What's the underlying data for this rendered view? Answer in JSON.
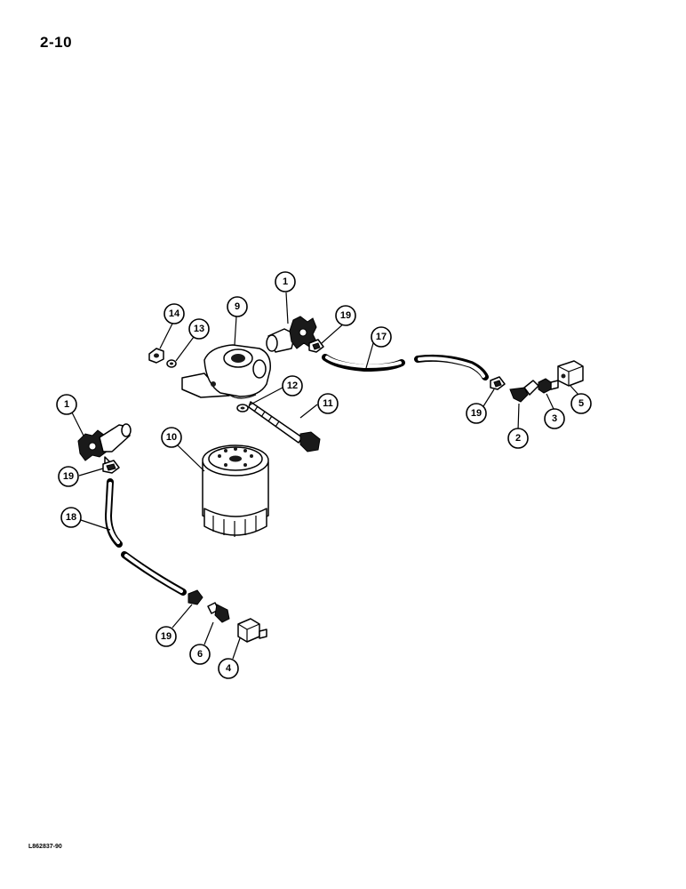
{
  "page": {
    "number": "2-10",
    "figure_code": "L862837-90"
  },
  "callouts": [
    {
      "id": "c1a",
      "label": "1"
    },
    {
      "id": "c9",
      "label": "9"
    },
    {
      "id": "c14",
      "label": "14"
    },
    {
      "id": "c13",
      "label": "13"
    },
    {
      "id": "c19a",
      "label": "19"
    },
    {
      "id": "c17",
      "label": "17"
    },
    {
      "id": "c12",
      "label": "12"
    },
    {
      "id": "c11",
      "label": "11"
    },
    {
      "id": "c19b",
      "label": "19"
    },
    {
      "id": "c2",
      "label": "2"
    },
    {
      "id": "c3",
      "label": "3"
    },
    {
      "id": "c5",
      "label": "5"
    },
    {
      "id": "c1b",
      "label": "1"
    },
    {
      "id": "c10",
      "label": "10"
    },
    {
      "id": "c19c",
      "label": "19"
    },
    {
      "id": "c18",
      "label": "18"
    },
    {
      "id": "c19d",
      "label": "19"
    },
    {
      "id": "c6",
      "label": "6"
    },
    {
      "id": "c4",
      "label": "4"
    }
  ]
}
